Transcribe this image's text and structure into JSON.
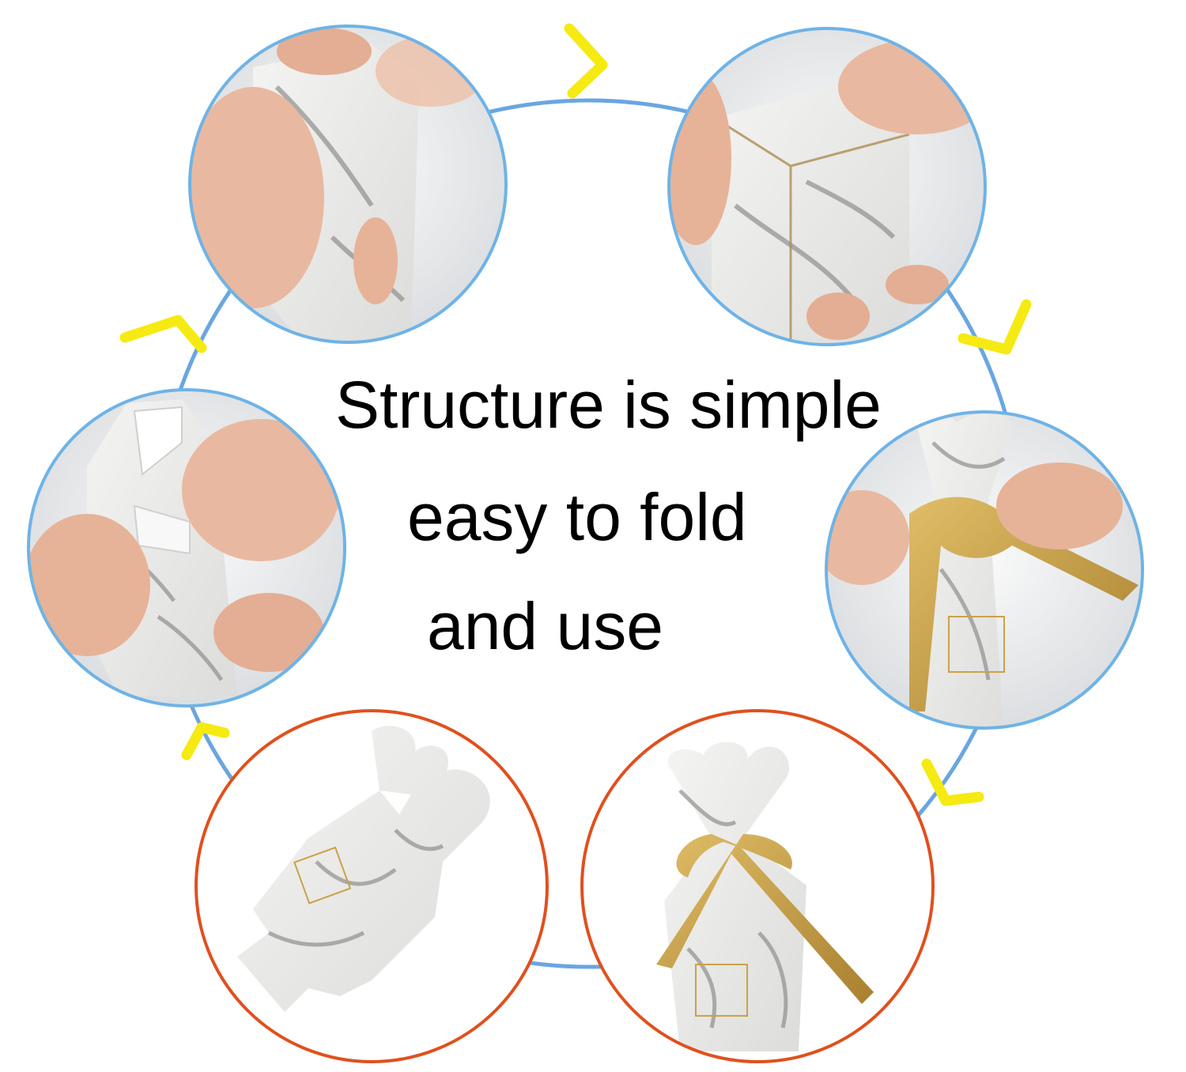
{
  "caption": {
    "line1": "Structure is simple",
    "line2": "easy to fold",
    "line3": "and use"
  },
  "colors": {
    "cycle_line": "#6aa6e0",
    "arrow": "#f5ea12",
    "photo_border_blue": "#6fb3e6",
    "photo_border_orange": "#e0501e",
    "ribbon_gold": "#c9a24a",
    "marble_base": "#eeeeec",
    "marble_vein": "#8f8f8f",
    "skin": "#e8b9a0"
  },
  "steps": [
    {
      "icon": "hands-folding-box-top-photo"
    },
    {
      "icon": "hands-pressing-box-lid-photo"
    },
    {
      "icon": "hands-tying-gold-ribbon-photo"
    },
    {
      "icon": "finished-marble-box-with-bow-photo"
    },
    {
      "icon": "flat-unfolded-marble-box-template-photo"
    },
    {
      "icon": "hands-opening-box-flap-photo"
    }
  ]
}
